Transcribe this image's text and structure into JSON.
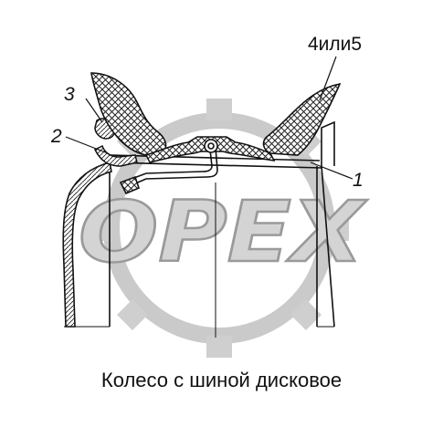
{
  "callouts": {
    "tire": "4или5",
    "lock_ring": "3",
    "side_ring": "2",
    "rim": "1"
  },
  "watermark": "OPEX",
  "caption": "Колесо с шиной дисковое",
  "colors": {
    "ink": "#111111",
    "watermark_fill": "#d4d4d4",
    "watermark_stroke": "#9a9a9a",
    "hatch": "#222222"
  }
}
